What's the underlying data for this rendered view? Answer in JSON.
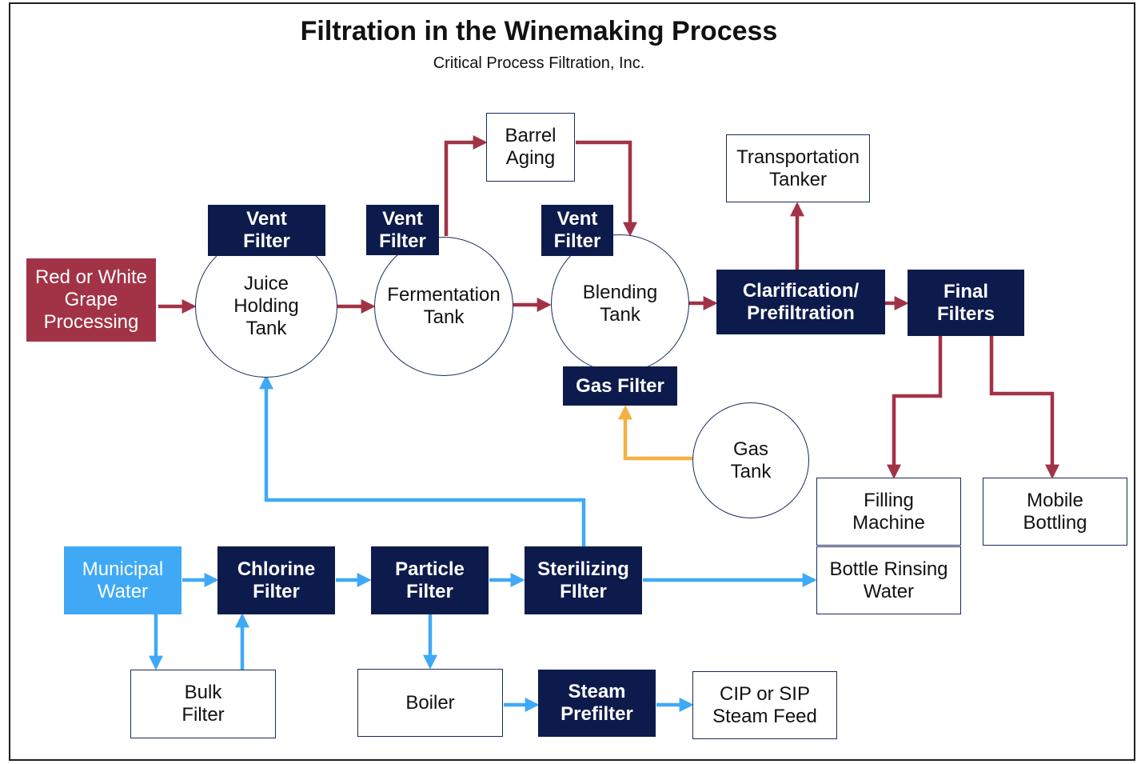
{
  "title": "Filtration in the Winemaking Process",
  "subtitle": "Critical Process Filtration, Inc.",
  "colors": {
    "wine_flow": "#a23346",
    "water_flow": "#3fa9f5",
    "gas_flow": "#f5b041",
    "filter_box": "#0d1b4c",
    "grape_box": "#a23346",
    "water_box": "#3fa9f5"
  },
  "nodes": {
    "grape": "Red or White\nGrape\nProcessing",
    "juice_vent": "Vent\nFilter",
    "juice_tank": "Juice\nHolding\nTank",
    "ferm_vent": "Vent\nFilter",
    "ferm_tank": "Fermentation\nTank",
    "barrel": "Barrel\nAging",
    "blend_vent": "Vent\nFilter",
    "blend_tank": "Blending\nTank",
    "gas_filter": "Gas Filter",
    "gas_tank": "Gas\nTank",
    "transport": "Transportation\nTanker",
    "clarification": "Clarification/\nPrefiltration",
    "final": "Final\nFilters",
    "filling": "Filling\nMachine",
    "mobile": "Mobile\nBottling",
    "rinse": "Bottle Rinsing\nWater",
    "municipal": "Municipal\nWater",
    "chlorine": "Chlorine\nFilter",
    "particle": "Particle\nFilter",
    "sterilizing": "Sterilizing\nFIlter",
    "bulk": "Bulk\nFilter",
    "boiler": "Boiler",
    "steam_prefilter": "Steam\nPrefilter",
    "cip": "CIP or SIP\nSteam Feed"
  }
}
